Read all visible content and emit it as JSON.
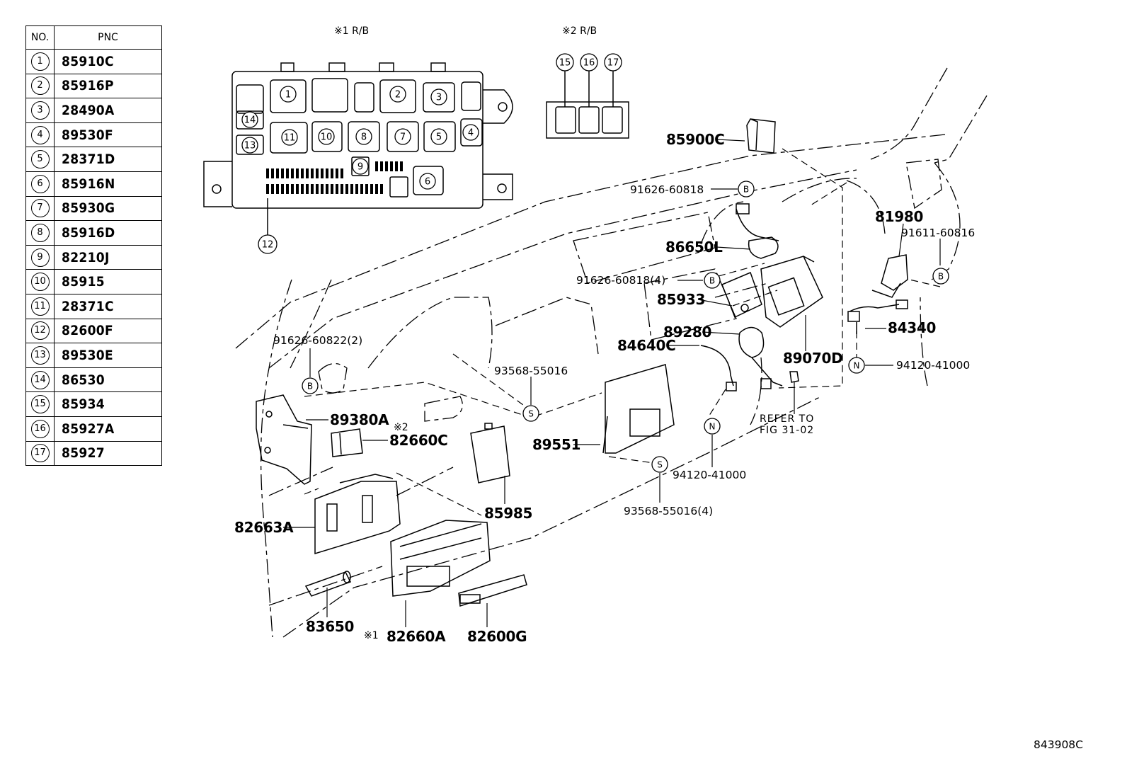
{
  "table": {
    "header": {
      "no": "NO.",
      "pnc": "PNC"
    },
    "rows": [
      {
        "no": "1",
        "pnc": "85910C"
      },
      {
        "no": "2",
        "pnc": "85916P"
      },
      {
        "no": "3",
        "pnc": "28490A"
      },
      {
        "no": "4",
        "pnc": "89530F"
      },
      {
        "no": "5",
        "pnc": "28371D"
      },
      {
        "no": "6",
        "pnc": "85916N"
      },
      {
        "no": "7",
        "pnc": "85930G"
      },
      {
        "no": "8",
        "pnc": "85916D"
      },
      {
        "no": "9",
        "pnc": "82210J"
      },
      {
        "no": "10",
        "pnc": "85915"
      },
      {
        "no": "11",
        "pnc": "28371C"
      },
      {
        "no": "12",
        "pnc": "82600F"
      },
      {
        "no": "13",
        "pnc": "89530E"
      },
      {
        "no": "14",
        "pnc": "86530"
      },
      {
        "no": "15",
        "pnc": "85934"
      },
      {
        "no": "16",
        "pnc": "85927A"
      },
      {
        "no": "17",
        "pnc": "85927"
      }
    ]
  },
  "relay_blocks": {
    "rb1_title": "※1 R/B",
    "rb2_title": "※2 R/B",
    "rb1_slots": [
      "1",
      "2",
      "3",
      "4",
      "5",
      "6",
      "7",
      "8",
      "9",
      "10",
      "11",
      "12",
      "13",
      "14"
    ],
    "rb2_slots": [
      "15",
      "16",
      "17"
    ]
  },
  "callouts": {
    "p85900C": "85900C",
    "p91626_60818": "91626-60818",
    "p86650L": "86650L",
    "p91626_60818_4": "91626-60818(4)",
    "p85933": "85933",
    "p89280": "89280",
    "p84640C": "84640C",
    "p89070D": "89070D",
    "p81980": "81980",
    "p91611_60816": "91611-60816",
    "p84340": "84340",
    "p94120_41000_r": "94120-41000",
    "refer": "REFER TO",
    "fig": "FIG 31-02",
    "p91626_60822": "91626-60822(2)",
    "p93568_55016": "93568-55016",
    "p89380A": "89380A",
    "mark2": "※2",
    "p82660C": "82660C",
    "p89551": "89551",
    "p94120_41000": "94120-41000",
    "p93568_55016_4": "93568-55016(4)",
    "p82663A": "82663A",
    "p85985": "85985",
    "p83650": "83650",
    "mark1": "※1",
    "p82660A": "82660A",
    "p82600G": "82600G",
    "ref_code": "843908C"
  },
  "fastener_letters": {
    "B": "B",
    "S": "S",
    "N": "N"
  }
}
